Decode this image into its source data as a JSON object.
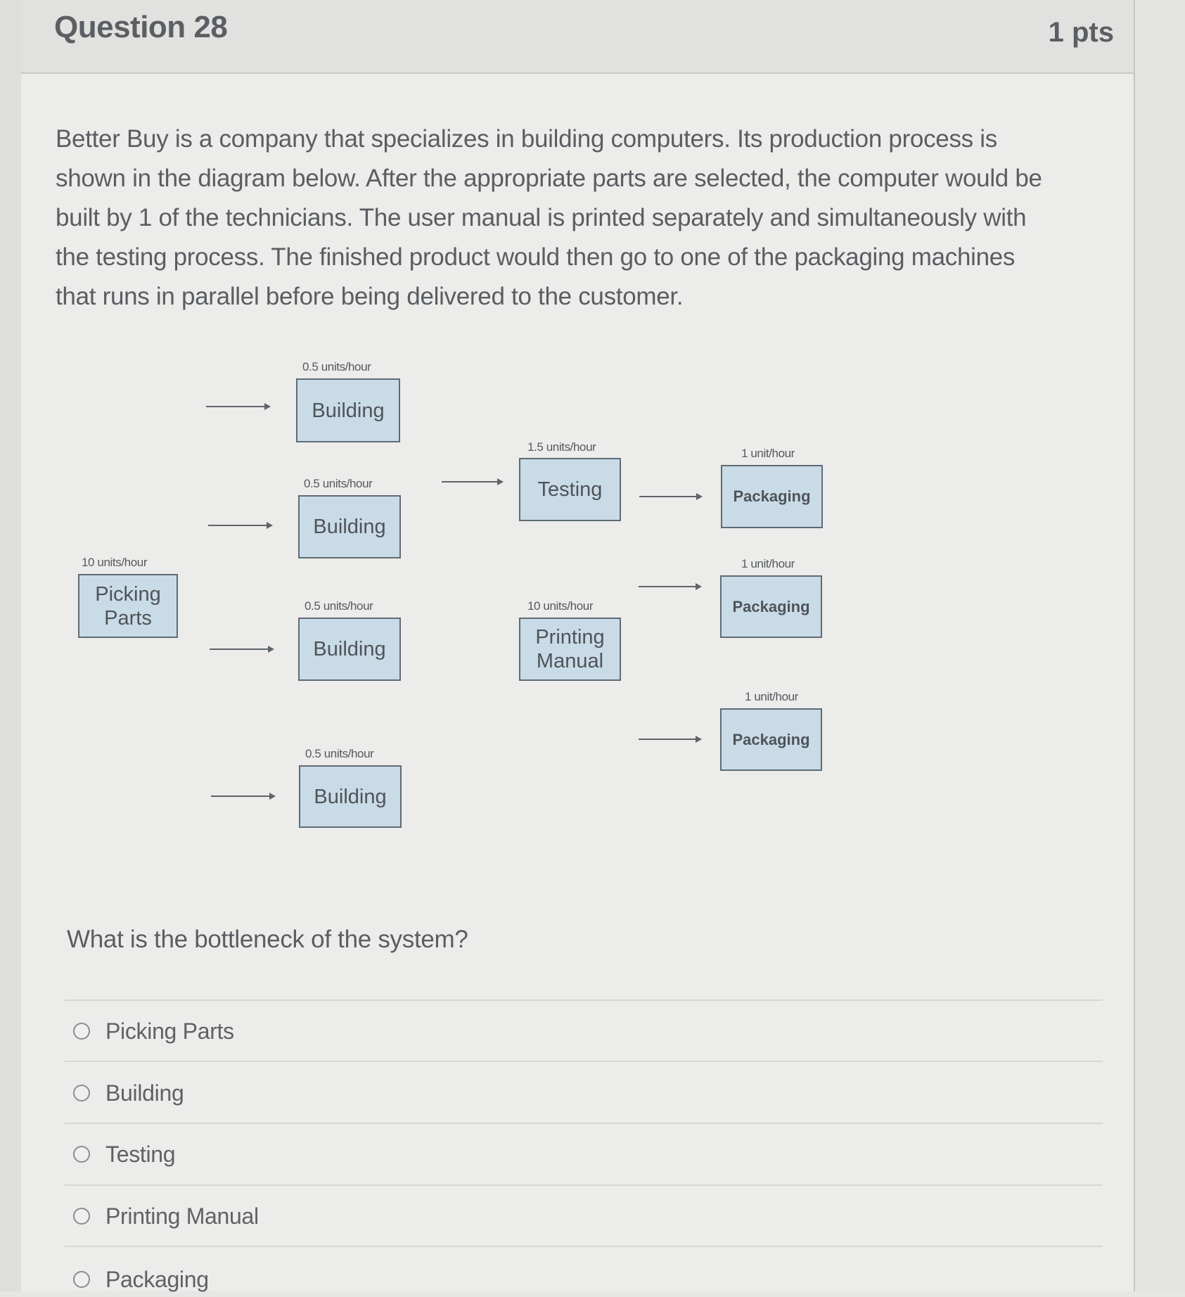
{
  "header": {
    "title": "Question 28",
    "points": "1 pts"
  },
  "prompt": {
    "lines": [
      "Better Buy is a company that specializes in building computers. Its production process is",
      "shown in the diagram below. After the appropriate parts are selected, the computer would be",
      "built by 1 of the technicians. The user manual is printed separately and simultaneously with",
      "the testing process. The finished product would then go to one of the packaging machines",
      "that runs in parallel before being delivered to the customer."
    ]
  },
  "diagram": {
    "box_fill": "#c9dbe6",
    "box_border": "#5f6b73",
    "nodes": [
      {
        "id": "picking",
        "label_line1": "Picking",
        "label_line2": "Parts",
        "rate": "10 units/hour"
      },
      {
        "id": "building1",
        "label": "Building",
        "rate": "0.5 units/hour"
      },
      {
        "id": "building2",
        "label": "Building",
        "rate": "0.5 units/hour"
      },
      {
        "id": "building3",
        "label": "Building",
        "rate": "0.5 units/hour"
      },
      {
        "id": "building4",
        "label": "Building",
        "rate": "0.5 units/hour"
      },
      {
        "id": "testing",
        "label": "Testing",
        "rate": "1.5 units/hour"
      },
      {
        "id": "printing",
        "label_line1": "Printing",
        "label_line2": "Manual",
        "rate": "10 units/hour"
      },
      {
        "id": "packaging1",
        "label": "Packaging",
        "rate": "1 unit/hour"
      },
      {
        "id": "packaging2",
        "label": "Packaging",
        "rate": "1 unit/hour"
      },
      {
        "id": "packaging3",
        "label": "Packaging",
        "rate": "1 unit/hour"
      }
    ]
  },
  "question": {
    "text": "What is the bottleneck of the system?",
    "options": [
      {
        "label": "Picking Parts",
        "selected": false
      },
      {
        "label": "Building",
        "selected": false
      },
      {
        "label": "Testing",
        "selected": false
      },
      {
        "label": "Printing Manual",
        "selected": false
      },
      {
        "label": "Packaging",
        "selected": false
      }
    ]
  }
}
